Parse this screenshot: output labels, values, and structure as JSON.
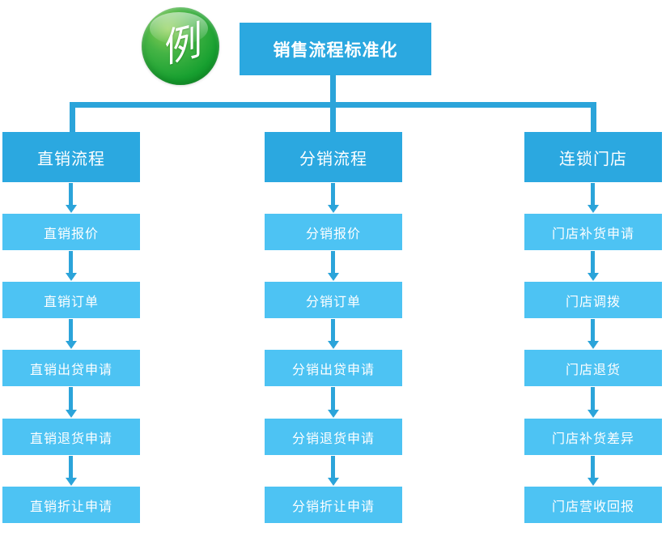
{
  "badge": {
    "label": "例"
  },
  "root": {
    "title": "销售流程标准化"
  },
  "colors": {
    "primary_blue": "#2BA8E0",
    "light_blue": "#4DC3F3",
    "connector_blue": "#2BA4DA",
    "badge_green": "#17A030",
    "text_white": "#FFFFFF"
  },
  "columns": [
    {
      "header": "直销流程",
      "items": [
        "直销报价",
        "直销订单",
        "直销出贷申请",
        "直销退货申请",
        "直销折让申请"
      ]
    },
    {
      "header": "分销流程",
      "items": [
        "分销报价",
        "分销订单",
        "分销出贷申请",
        "分销退货申请",
        "分销折让申请"
      ]
    },
    {
      "header": "连锁门店",
      "items": [
        "门店补货申请",
        "门店调拨",
        "门店退货",
        "门店补货差异",
        "门店营收回报"
      ]
    }
  ]
}
